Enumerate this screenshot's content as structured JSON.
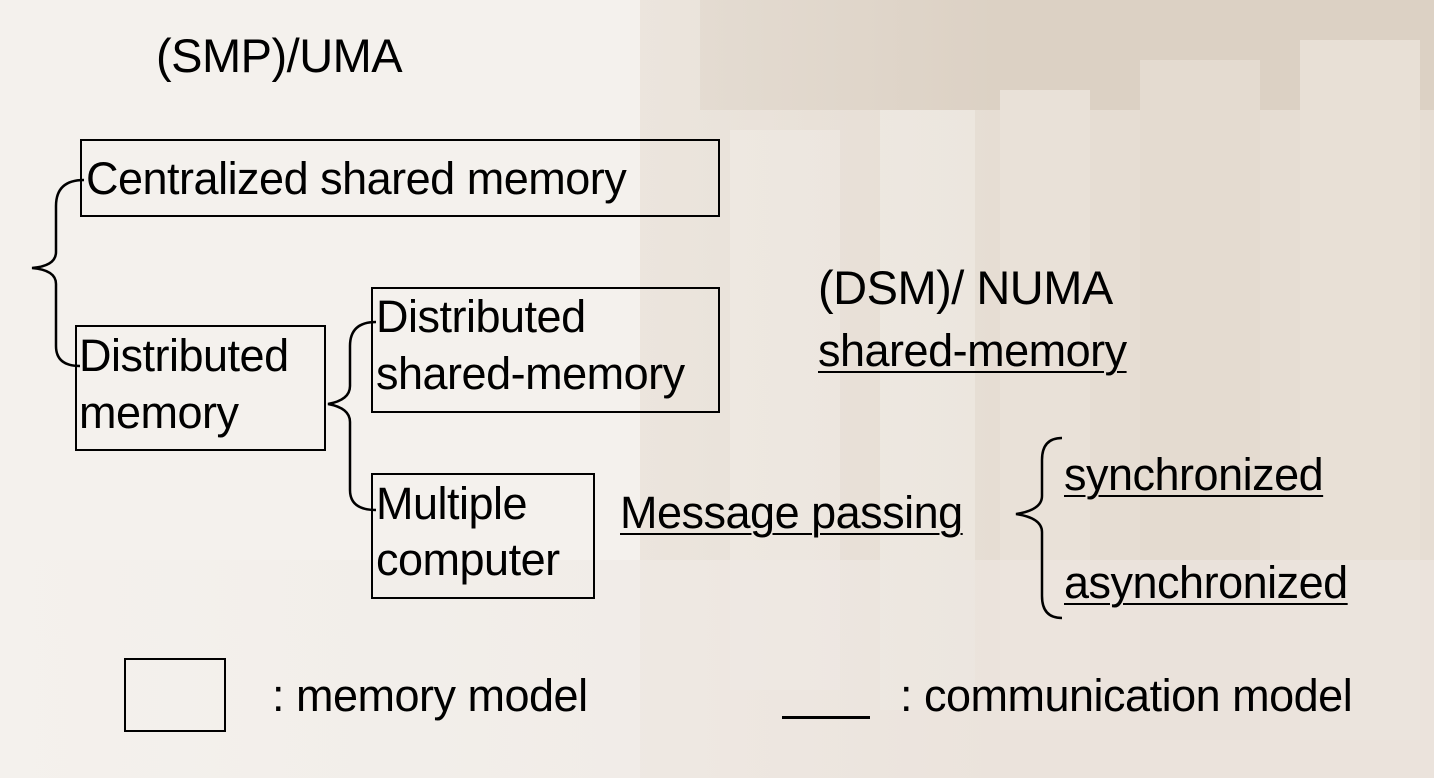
{
  "titles": {
    "uma": "(SMP)/UMA",
    "numa": "(DSM)/ NUMA",
    "numa_sub": "shared-memory"
  },
  "boxes": {
    "centralized": "Centralized shared memory",
    "distributed_line1": "Distributed",
    "distributed_line2": "memory",
    "dsm_line1": "Distributed",
    "dsm_line2": "shared-memory",
    "multi_line1": "Multiple",
    "multi_line2": "computer"
  },
  "communication": {
    "message_passing": "Message passing",
    "synchronized": "synchronized",
    "asynchronized": "asynchronized"
  },
  "legend": {
    "memory_model": ": memory model",
    "communication_model": ": communication model"
  }
}
